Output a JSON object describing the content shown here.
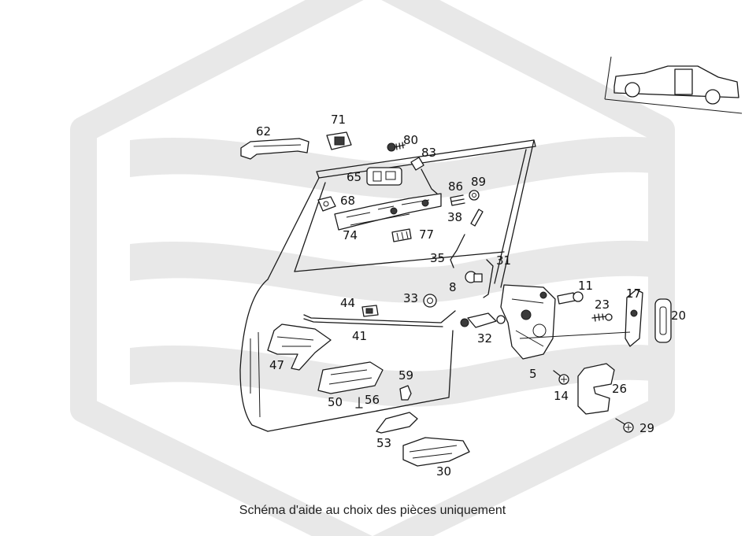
{
  "watermark_color": "#e8e8e8",
  "caption": "Schéma d'aide au choix des pièces uniquement",
  "parts": {
    "p62": "62",
    "p71": "71",
    "p80": "80",
    "p83": "83",
    "p65": "65",
    "p68": "68",
    "p86": "86",
    "p89": "89",
    "p38": "38",
    "p74": "74",
    "p77": "77",
    "p35": "35",
    "p31": "31",
    "p8": "8",
    "p11": "11",
    "p44": "44",
    "p33": "33",
    "p23": "23",
    "p17": "17",
    "p20": "20",
    "p41": "41",
    "p32": "32",
    "p47": "47",
    "p59": "59",
    "p5": "5",
    "p14": "14",
    "p26": "26",
    "p50": "50",
    "p56": "56",
    "p29": "29",
    "p53": "53",
    "p30": "30"
  }
}
